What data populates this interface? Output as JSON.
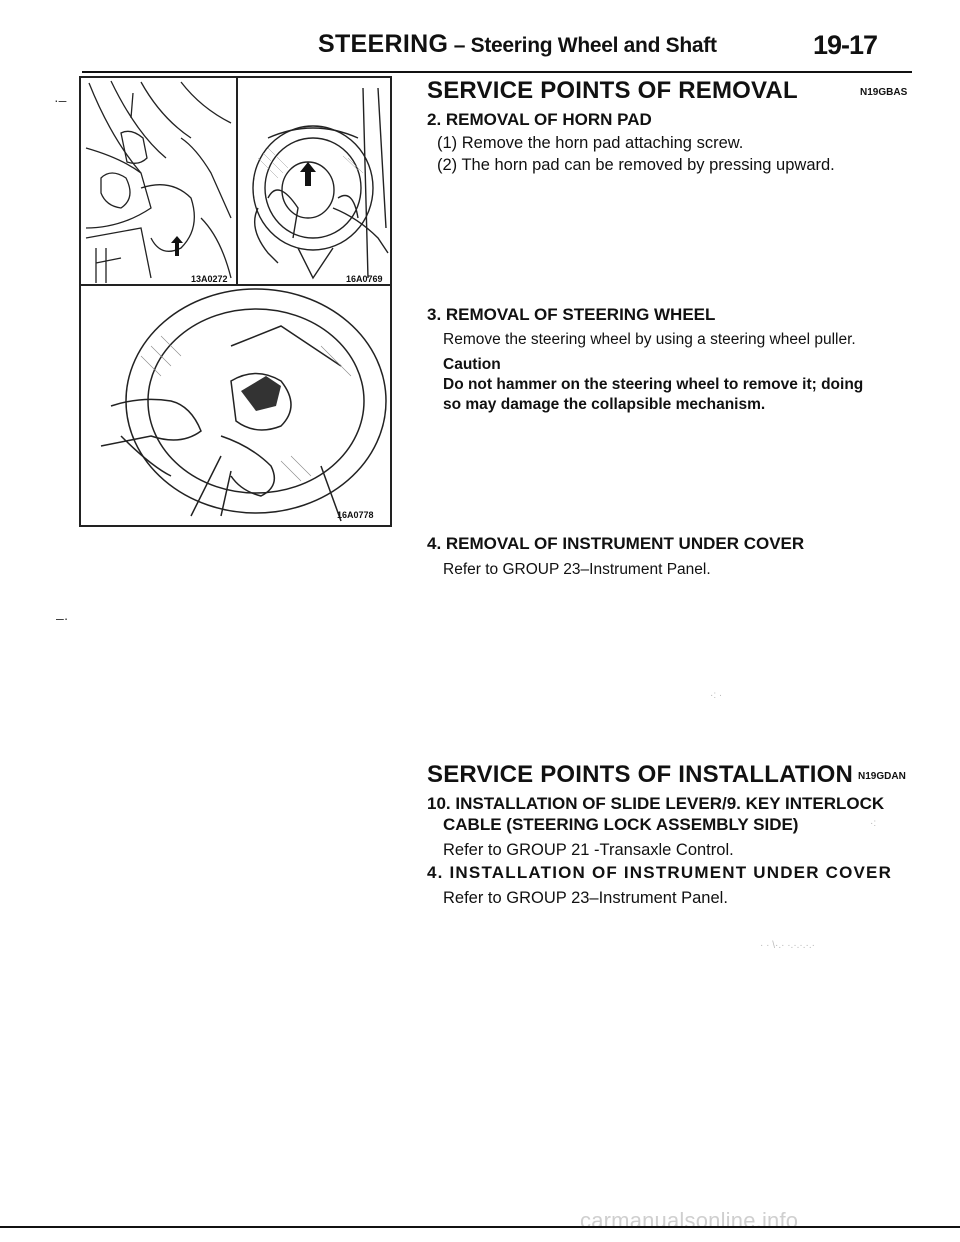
{
  "header": {
    "title_main": "STEERING",
    "title_sub": " – Steering Wheel and Shaft",
    "page": "19-17"
  },
  "figures": {
    "fig1_code": "13A0272",
    "fig2_code": "16A0769",
    "fig3_code": "16A0778"
  },
  "removal": {
    "heading": "SERVICE POINTS OF REMOVAL",
    "code": "N19GBAS",
    "items": [
      {
        "title": "2. REMOVAL OF HORN PAD",
        "lines": [
          "(1) Remove the horn pad attaching screw.",
          "(2) The horn pad can be removed by pressing upward."
        ]
      },
      {
        "title": "3. REMOVAL OF STEERING WHEEL",
        "lines": [
          "Remove the steering wheel by using a steering wheel puller."
        ],
        "caution_label": "Caution",
        "caution_lines": [
          "Do not hammer on the steering wheel to remove it; doing",
          "so may damage the collapsible mechanism."
        ]
      },
      {
        "title": "4. REMOVAL OF INSTRUMENT UNDER COVER",
        "lines": [
          "Refer to GROUP 23–Instrument Panel."
        ]
      }
    ]
  },
  "installation": {
    "heading": "SERVICE POINTS OF INSTALLATION",
    "code": "N19GDAN",
    "items": [
      {
        "title_lines": [
          "10. INSTALLATION OF SLIDE LEVER/9. KEY INTERLOCK",
          "CABLE (STEERING LOCK ASSEMBLY SIDE)"
        ],
        "lines": [
          "Refer to GROUP 21 -Transaxle Control."
        ]
      },
      {
        "title_lines": [
          "4. INSTALLATION OF INSTRUMENT UNDER COVER"
        ],
        "lines": [
          "Refer to GROUP 23–Instrument Panel."
        ]
      }
    ]
  },
  "footer": {
    "watermark": "carmanualsonline.info"
  }
}
